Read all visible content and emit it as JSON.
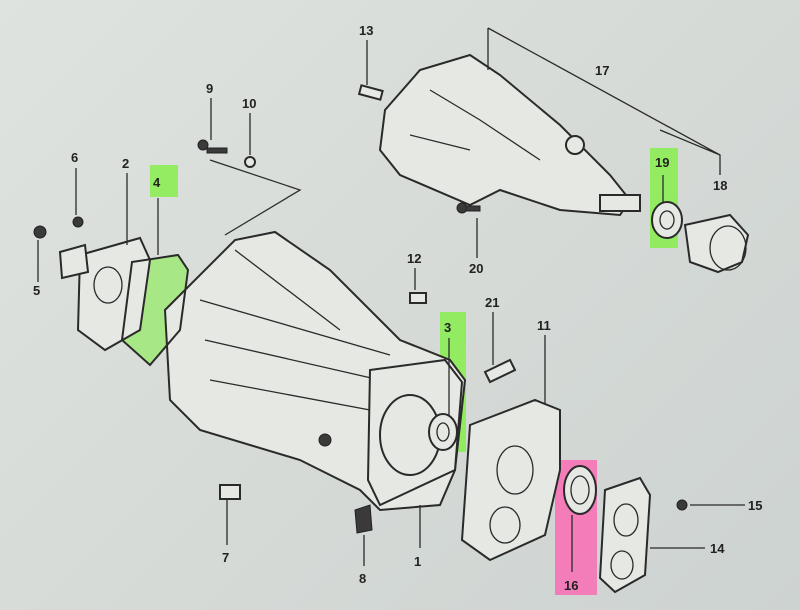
{
  "diagram": {
    "title": "Transmission case exploded parts diagram",
    "highlight_colors": {
      "green": "#7cf03a",
      "pink": "#ff5fb0"
    },
    "labels": [
      {
        "number": "1"
      },
      {
        "number": "2"
      },
      {
        "number": "3",
        "highlight": "green"
      },
      {
        "number": "4",
        "highlight": "green"
      },
      {
        "number": "5"
      },
      {
        "number": "6"
      },
      {
        "number": "7"
      },
      {
        "number": "8"
      },
      {
        "number": "9"
      },
      {
        "number": "10"
      },
      {
        "number": "11"
      },
      {
        "number": "12"
      },
      {
        "number": "13"
      },
      {
        "number": "14"
      },
      {
        "number": "15"
      },
      {
        "number": "16",
        "highlight": "pink"
      },
      {
        "number": "17"
      },
      {
        "number": "18"
      },
      {
        "number": "19",
        "highlight": "green"
      },
      {
        "number": "20"
      },
      {
        "number": "21"
      }
    ]
  }
}
